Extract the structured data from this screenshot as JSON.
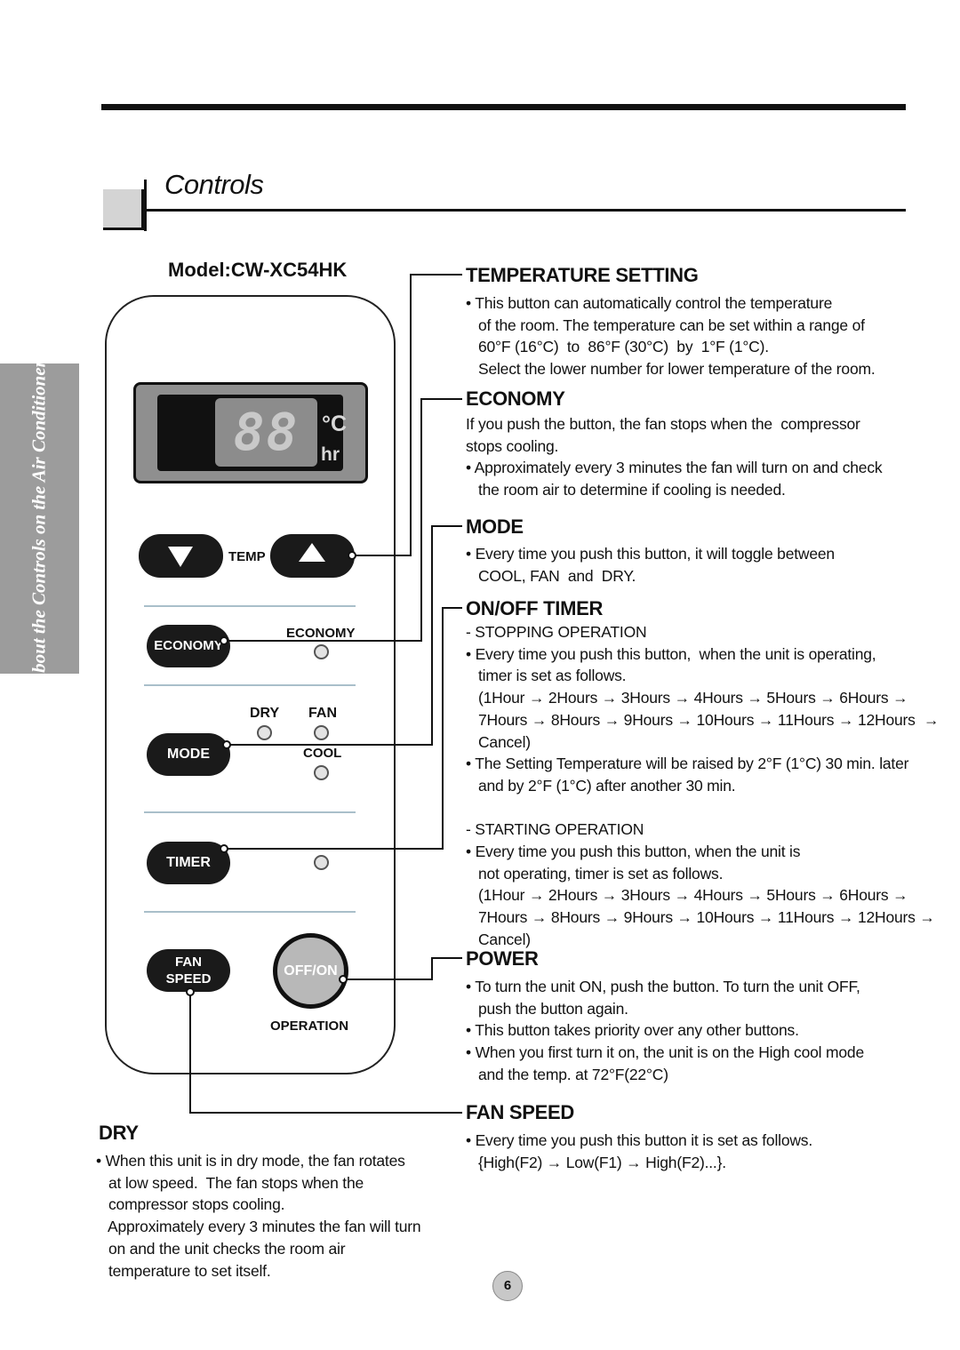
{
  "page": {
    "title": "Controls",
    "side_tab": "About the Controls on the Air Conditioner",
    "page_number": "6"
  },
  "remote": {
    "model": "Model:CW-XC54HK",
    "display": {
      "digits": "88",
      "unit_c": "°C",
      "unit_hr": "hr"
    },
    "temp_label": "TEMP",
    "economy_button": "ECONOMY",
    "economy_indicator": "ECONOMY",
    "dry_indicator": "DRY",
    "fan_indicator": "FAN",
    "mode_button": "MODE",
    "cool_indicator": "COOL",
    "timer_button": "TIMER",
    "fan_speed_button_line1": "FAN",
    "fan_speed_button_line2": "SPEED",
    "offon_button": "OFF/ON",
    "operation_label": "OPERATION"
  },
  "sections": {
    "temperature": {
      "heading": "TEMPERATURE SETTING",
      "text": "• This button can automatically control the temperature\n   of the room. The temperature can be set within a range of\n   60°F (16°C)  to  86°F (30°C)  by  1°F (1°C).\n   Select the lower number for lower temperature of the room."
    },
    "economy": {
      "heading": "ECONOMY",
      "text": "If you push the button, the fan stops when the  compressor\nstops cooling.\n• Approximately every 3 minutes the fan will turn on and check\n   the room air to determine if cooling is needed."
    },
    "mode": {
      "heading": "MODE",
      "text": "• Every time you push this button, it will toggle between\n   COOL, FAN  and  DRY."
    },
    "timer": {
      "heading": "ON/OFF TIMER",
      "text": "- STOPPING OPERATION\n• Every time you push this button,  when the unit is operating,\n   timer is set as follows.\n   (1Hour → 2Hours → 3Hours → 4Hours → 5Hours → 6Hours →\n   7Hours → 8Hours → 9Hours → 10Hours → 11Hours → 12Hours  →\n   Cancel)\n• The Setting Temperature will be raised by 2°F (1°C) 30 min. later\n   and by 2°F (1°C) after another 30 min.\n\n- STARTING OPERATION\n• Every time you push this button, when the unit is\n   not operating, timer is set as follows.\n   (1Hour → 2Hours → 3Hours → 4Hours → 5Hours → 6Hours →\n   7Hours → 8Hours → 9Hours → 10Hours → 11Hours → 12Hours →\n   Cancel)"
    },
    "power": {
      "heading": "POWER",
      "text": "• To turn the unit ON, push the button. To turn the unit OFF,\n   push the button again.\n• This button takes priority over any other buttons.\n• When you first turn it on, the unit is on the High cool mode\n   and the temp. at 72°F(22°C)"
    },
    "fan_speed": {
      "heading": "FAN SPEED",
      "text": "• Every time you push this button it is set as follows.\n   {High(F2) → Low(F1) → High(F2)...}."
    },
    "dry": {
      "heading": "DRY",
      "text": "• When this unit is in dry mode, the fan rotates\n   at low speed.  The fan stops when the\n   compressor stops cooling.\n   Approximately every 3 minutes the fan will turn\n   on and the unit checks the room air\n   temperature to set itself."
    }
  }
}
